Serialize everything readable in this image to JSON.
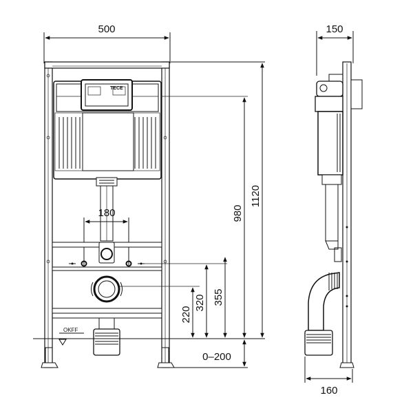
{
  "dimensions": {
    "front_width": "500",
    "side_depth_top": "150",
    "side_depth_bottom": "160",
    "height_total": "1120",
    "height_frame": "980",
    "spacing_fixings": "180",
    "h_355": "355",
    "h_320": "320",
    "h_220": "220",
    "adjust_range": "0–200"
  },
  "labels": {
    "okff": "OKFF",
    "brand_logo": "TECE"
  }
}
